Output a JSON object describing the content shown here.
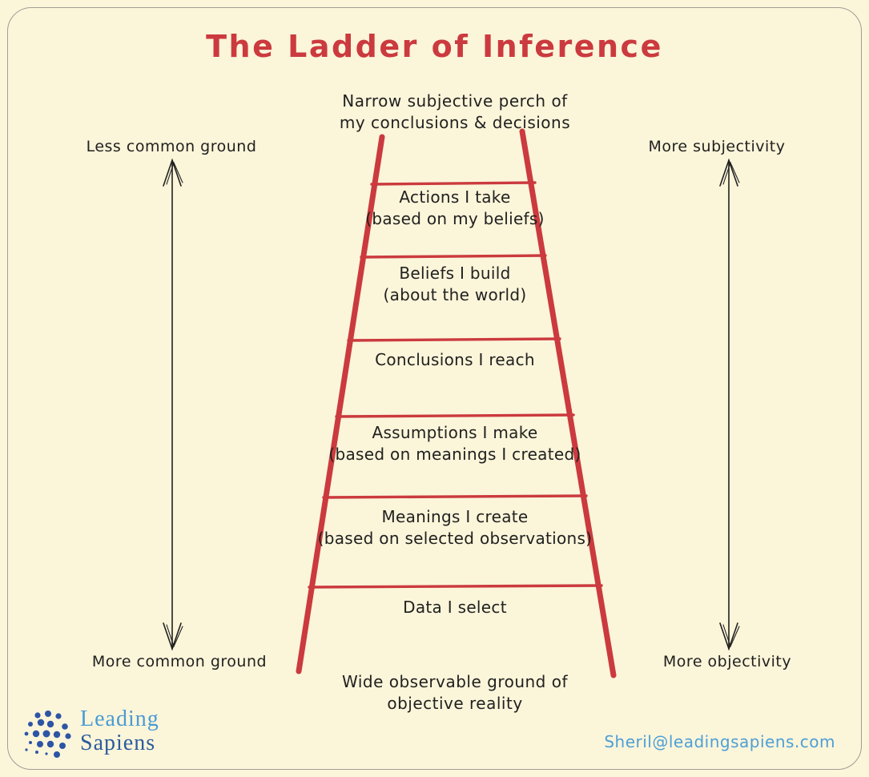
{
  "title": "The Ladder of Inference",
  "top_caption": {
    "line1": "Narrow subjective perch of",
    "line2": "my conclusions & decisions"
  },
  "bottom_caption": {
    "line1": "Wide observable ground of",
    "line2": "objective reality"
  },
  "left_scale": {
    "top_label": "Less common ground",
    "bottom_label": "More common ground"
  },
  "right_scale": {
    "top_label": "More subjectivity",
    "bottom_label": "More objectivity"
  },
  "ladder": {
    "rungs": [
      {
        "title": "Actions I take",
        "subtitle": "(based on my beliefs)"
      },
      {
        "title": "Beliefs I build",
        "subtitle": "(about the world)"
      },
      {
        "title": "Conclusions I reach",
        "subtitle": ""
      },
      {
        "title": "Assumptions I make",
        "subtitle": "(based on meanings I created)"
      },
      {
        "title": "Meanings I create",
        "subtitle": "(based on selected observations)"
      },
      {
        "title": "Data I select",
        "subtitle": ""
      }
    ]
  },
  "footer": {
    "brand_line1": "Leading",
    "brand_line2": "Sapiens",
    "email": "Sheril@leadingsapiens.com"
  },
  "colors": {
    "background": "#fbf5da",
    "ladder_red": "#cb3a3e",
    "ink": "#21211f",
    "email_blue": "#4d9fd6",
    "brand_light_blue": "#4a9bd4",
    "brand_dark_blue": "#2b5c9d",
    "logo_dot_blue": "#2d55a5",
    "border_gray": "#a09e94"
  }
}
